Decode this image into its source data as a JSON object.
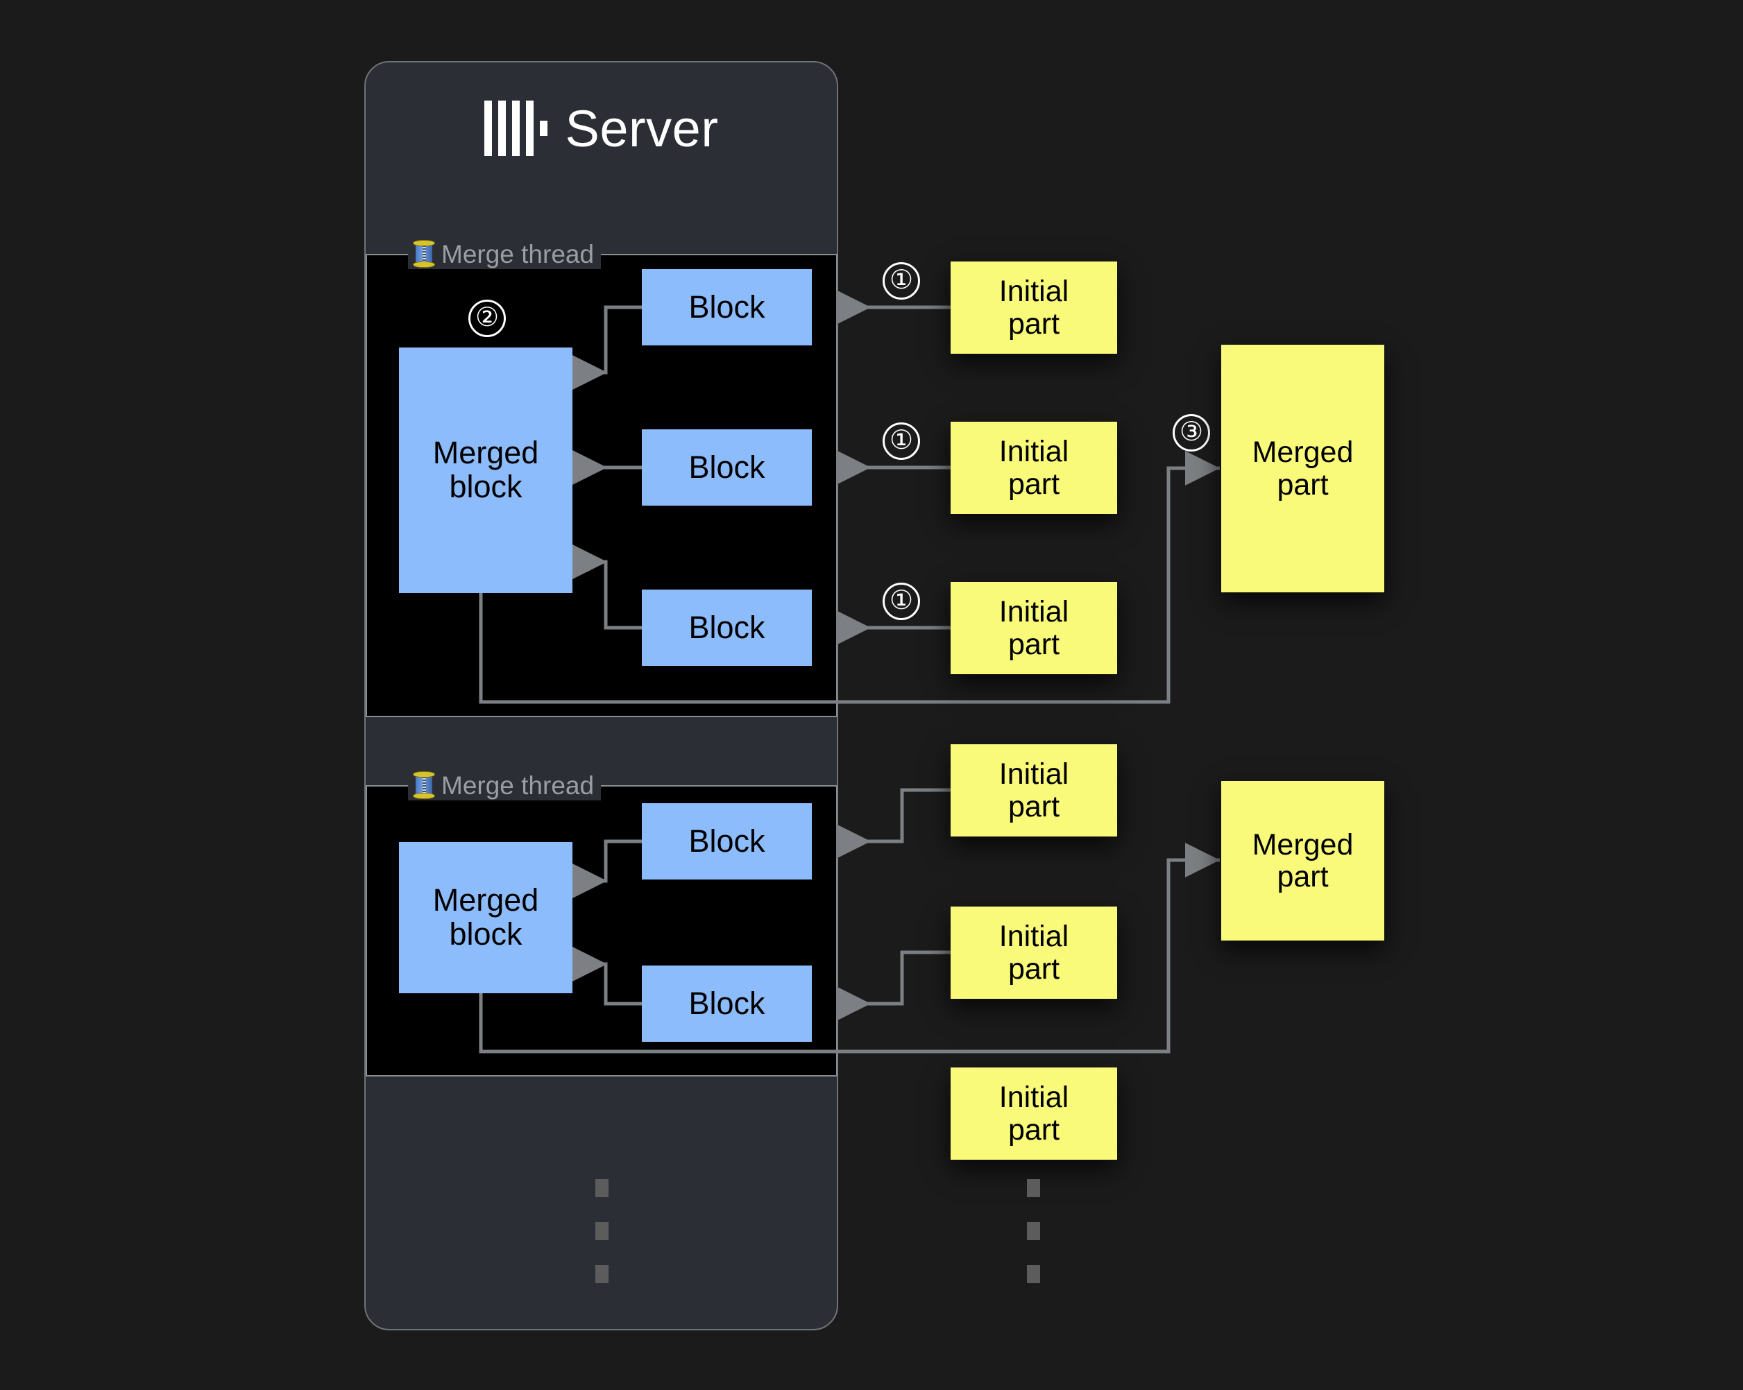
{
  "server": {
    "title": "Server",
    "logo_icon": "clickhouse-logo"
  },
  "threads": [
    {
      "legend": "Merge thread",
      "legend_icon": "thread-spool-emoji",
      "merged_block_label": "Merged\nblock",
      "blocks": [
        "Block",
        "Block",
        "Block"
      ],
      "step_merge": "②"
    },
    {
      "legend": "Merge thread",
      "legend_icon": "thread-spool-emoji",
      "merged_block_label": "Merged\nblock",
      "blocks": [
        "Block",
        "Block"
      ],
      "step_merge": ""
    }
  ],
  "merged_block_line1": "Merged",
  "merged_block_line2": "block",
  "initial_parts": [
    {
      "line1": "Initial",
      "line2": "part",
      "step": "①"
    },
    {
      "line1": "Initial",
      "line2": "part",
      "step": "①"
    },
    {
      "line1": "Initial",
      "line2": "part",
      "step": "①"
    },
    {
      "line1": "Initial",
      "line2": "part",
      "step": ""
    },
    {
      "line1": "Initial",
      "line2": "part",
      "step": ""
    },
    {
      "line1": "Initial",
      "line2": "part",
      "step": ""
    }
  ],
  "merged_parts": [
    {
      "line1": "Merged",
      "line2": "part",
      "step": "③"
    },
    {
      "line1": "Merged",
      "line2": "part",
      "step": ""
    }
  ],
  "steps": {
    "one": "①",
    "two": "②",
    "three": "③"
  },
  "colors": {
    "background": "#1b1b1b",
    "server_card": "#2b2f35",
    "thread_panel": "#000000",
    "block_blue": "#8cbcfc",
    "part_yellow": "#f9fa79",
    "wire": "#7c7f83",
    "card_border": "#6f7276",
    "legend_text": "#9a9da1",
    "title_text": "#ffffff"
  },
  "ellipsis": {
    "glyph": "⬛",
    "count": 3
  }
}
